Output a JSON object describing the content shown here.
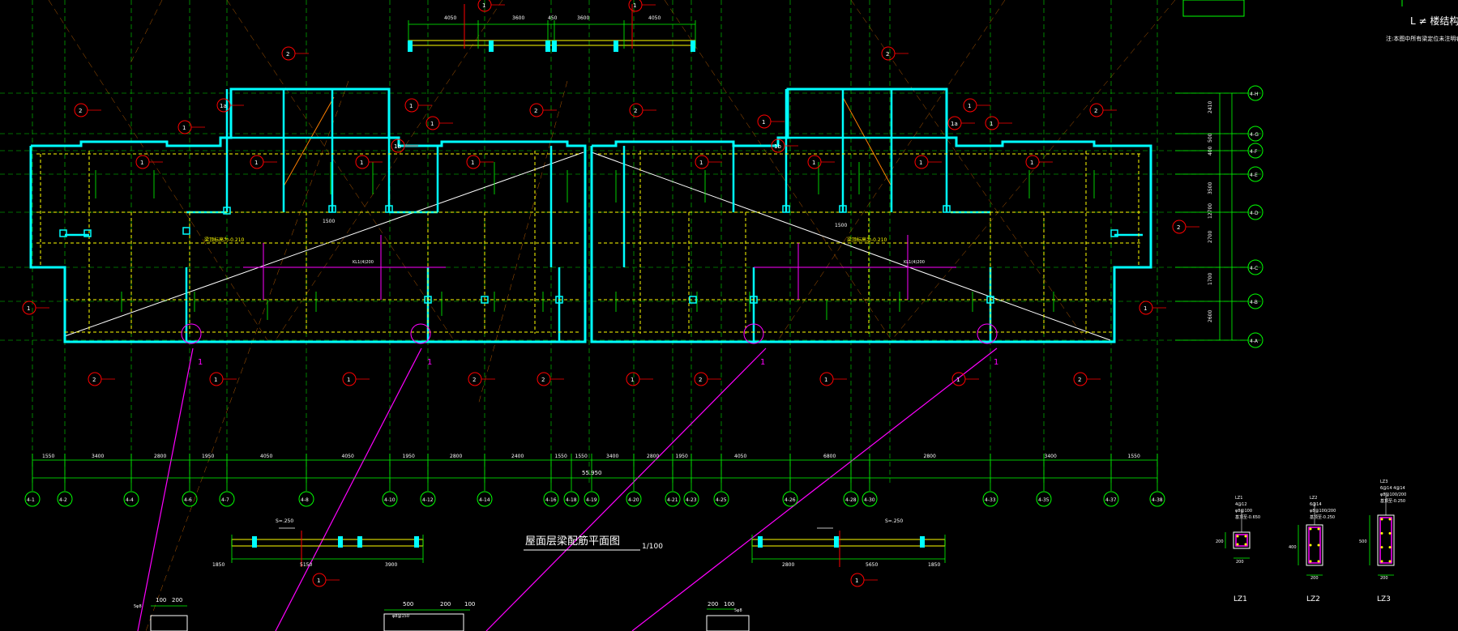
{
  "drawing": {
    "title": "屋面层梁配筋平面图",
    "scale": "1/100",
    "top_right_title": "L ≠ 楼结构标准",
    "top_right_note": "注:本图中所有梁定位未注明者均为轴线居中或贴边",
    "total_dim": "55.950",
    "colors": {
      "background": "#000000",
      "axis": "#00ff00",
      "wall": "#00ffff",
      "beam": "#ffff00",
      "tag": "#ff0000",
      "text": "#ffffff",
      "magenta": "#ff00ff",
      "orange": "#ff8000"
    }
  },
  "axes_bottom": [
    "4-1",
    "4-2",
    "4-4",
    "4-6",
    "4-7",
    "4-8",
    "4-10",
    "4-12",
    "4-14",
    "4-16",
    "4-18",
    "4-19",
    "4-20",
    "4-21",
    "4-23",
    "4-25",
    "4-26",
    "4-28",
    "4-30",
    "4-33",
    "4-35",
    "4-37",
    "4-38"
  ],
  "axes_right": [
    "4-H",
    "4-G",
    "4-F",
    "4-E",
    "4-D",
    "4-C",
    "4-B",
    "4-A"
  ],
  "dims_bottom": [
    "1550",
    "3400",
    "2800",
    "1950",
    "4050",
    "4050",
    "1950",
    "2800",
    "2400",
    "1550",
    "1550",
    "3400",
    "2800",
    "1950",
    "4050",
    "6800",
    "2800",
    "3400",
    "1550"
  ],
  "dims_right": [
    "2410",
    "500",
    "400",
    "3500",
    "12700",
    "2700",
    "1700",
    "2600"
  ],
  "dims_top_strip": [
    "4050",
    "3600",
    "450",
    "3600",
    "4050"
  ],
  "dims_left_strip": [
    "1850",
    "5150",
    "3900"
  ],
  "dims_right_strip": [
    "2800",
    "5650",
    "1850"
  ],
  "strip_elev": "S=.250",
  "tags": [
    "1",
    "2",
    "1a",
    "1b"
  ],
  "columns": [
    {
      "name": "LZ1",
      "size_w": "200",
      "size_h": "200",
      "note1": "LZ1",
      "note2": "4@12",
      "note3": "φ8@100",
      "note4": "基顶至-0.650"
    },
    {
      "name": "LZ2",
      "size_w": "200",
      "size_h": "400",
      "note1": "LZ2",
      "note2": "6@14",
      "note3": "φ8@100/200",
      "note4": "基顶至-0.250"
    },
    {
      "name": "LZ3",
      "size_w": "200",
      "size_h": "500",
      "note1": "LZ3",
      "note2": "6@14 4@14",
      "note3": "φ8@100/200",
      "note4": "基顶至-0.250"
    }
  ],
  "bottom_details": [
    {
      "dims": [
        "100",
        "200"
      ],
      "label": "5φ8"
    },
    {
      "dims": [
        "500",
        "200",
        "100"
      ],
      "label": "φ8@150"
    },
    {
      "dims": [
        "200",
        "100"
      ],
      "label": "5φ8"
    }
  ],
  "inner_text": [
    "梁顶标高为-0.210",
    "梁顶标高为-0.210",
    "KL1(4)200",
    "KL1(4)200",
    "1500",
    "1500"
  ]
}
